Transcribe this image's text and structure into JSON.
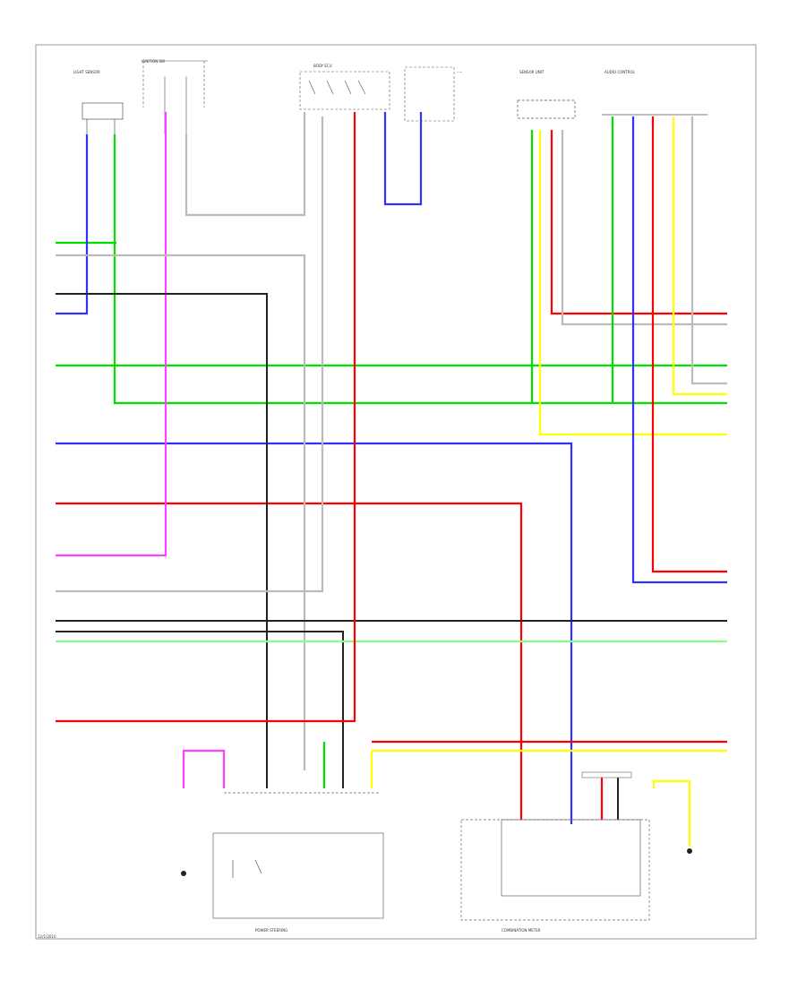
{
  "diagram": {
    "wire_colors": {
      "green": "#00e000",
      "blue": "#3030ff",
      "red": "#ff0000",
      "pink": "#ff40ff",
      "yellow": "#ffff00",
      "gray": "#bbbbbb",
      "black": "#222222",
      "lightgreen": "#88ff88"
    },
    "bottom_left_label": "12/1/2010",
    "component_labels": {
      "left_sensor": "LIGHT SENSOR",
      "top_switch": "IGNITION SW",
      "top_center_switch": "BODY ECU",
      "right_connector": "SENSOR UNIT",
      "right_multi": "AUDIO CONTROL",
      "bottom_module": "POWER STEERING",
      "bottom_right_module": "COMBINATION METER"
    }
  }
}
